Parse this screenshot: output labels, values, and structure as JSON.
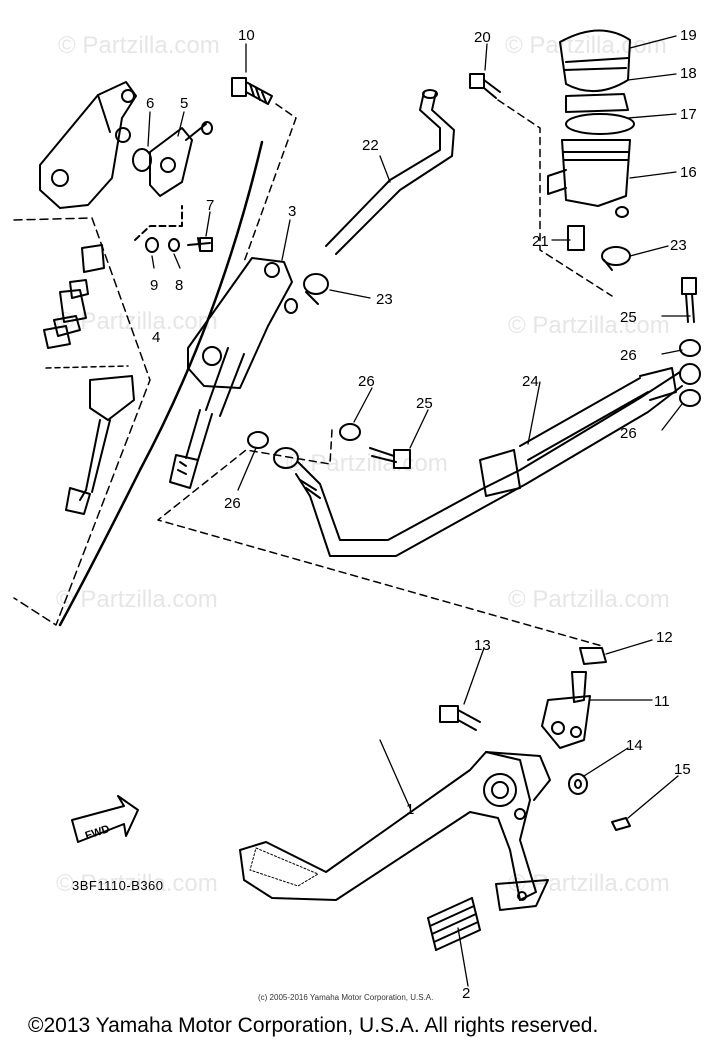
{
  "watermarks": [
    "© Partzilla.com",
    "© Partzilla.com",
    "© Partzilla.com",
    "© Partzilla.com",
    "© Partzilla.com",
    "© Partzilla.com",
    "© Partzilla.com",
    "© Partzilla.com",
    "© Partzilla.com"
  ],
  "callouts": [
    "1",
    "2",
    "3",
    "4",
    "5",
    "6",
    "7",
    "8",
    "9",
    "10",
    "11",
    "12",
    "13",
    "14",
    "15",
    "16",
    "17",
    "18",
    "19",
    "20",
    "21",
    "22",
    "23",
    "23",
    "24",
    "25",
    "25",
    "26",
    "26",
    "26",
    "26"
  ],
  "fwd_label": "FWD",
  "diagram_code": "3BF1110-B360",
  "fine_print": "(c) 2005-2016 Yamaha Motor Corporation, U.S.A.",
  "copyright": "©2013 Yamaha Motor Corporation, U.S.A. All rights reserved."
}
